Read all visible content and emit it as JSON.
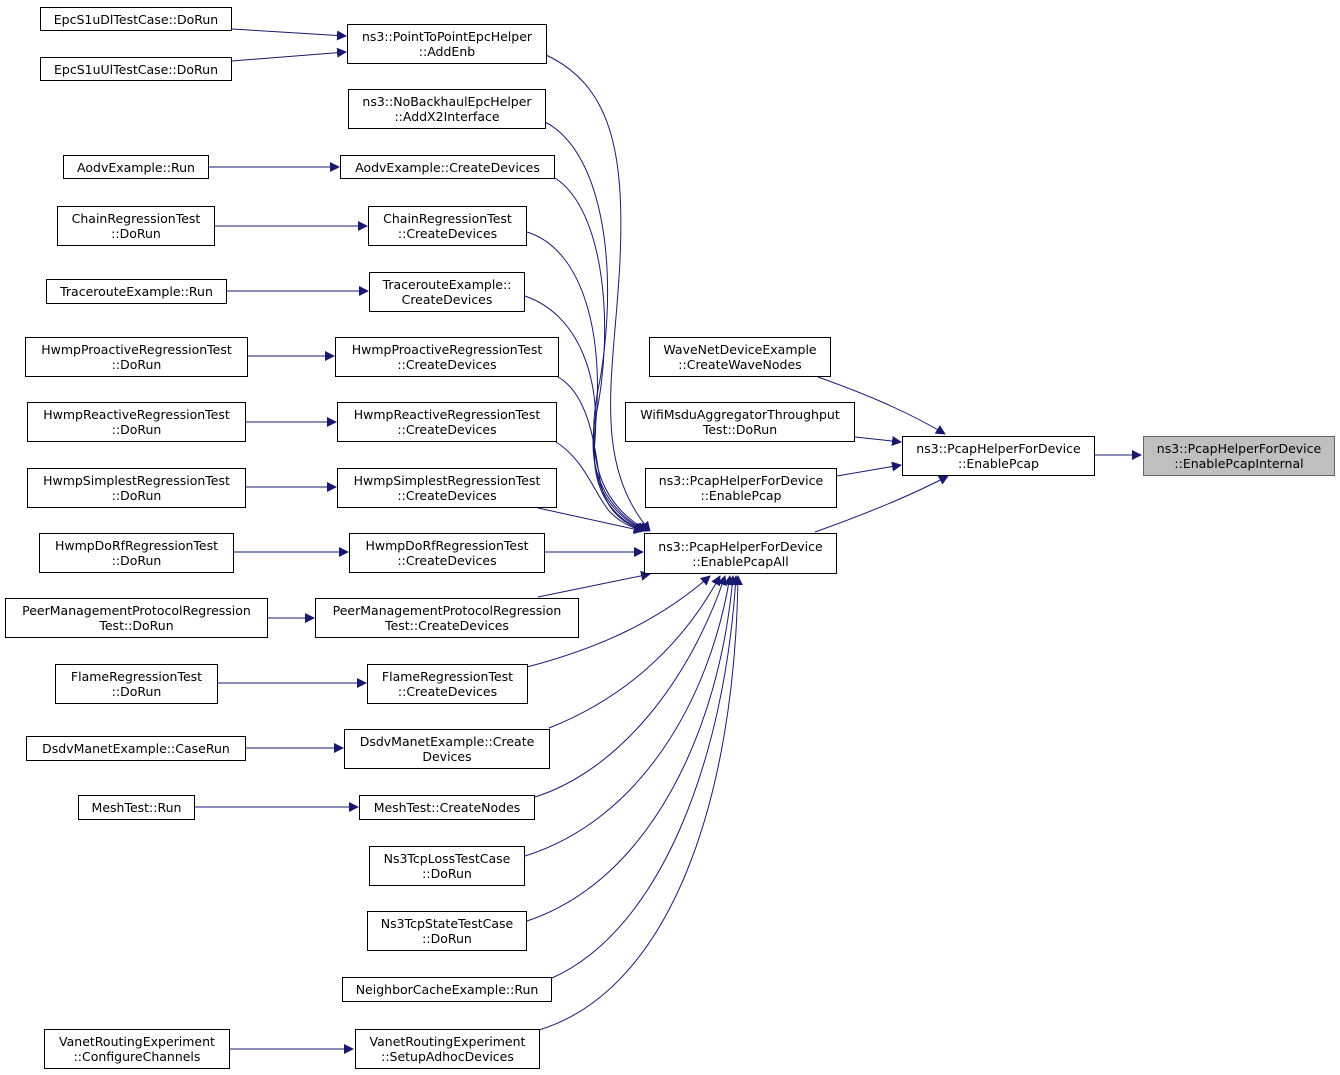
{
  "colors": {
    "edge": "#191970",
    "focus_fill": "#bfbfbf",
    "border": "#000000"
  },
  "nodes": {
    "enablepcapinternal": {
      "line1": "ns3::PcapHelperForDevice",
      "line2": "::EnablePcapInternal"
    },
    "enablepcap_main": {
      "line1": "ns3::PcapHelperForDevice",
      "line2": "::EnablePcap"
    },
    "wavenet": {
      "line1": "WaveNetDeviceExample",
      "line2": "::CreateWaveNodes"
    },
    "wifimsdu": {
      "line1": "WifiMsduAggregatorThroughput",
      "line2": "Test::DoRun"
    },
    "enablepcap2": {
      "line1": "ns3::PcapHelperForDevice",
      "line2": "::EnablePcap"
    },
    "enablepcapall": {
      "line1": "ns3::PcapHelperForDevice",
      "line2": "::EnablePcapAll"
    },
    "addenb": {
      "line1": "ns3::PointToPointEpcHelper",
      "line2": "::AddEnb"
    },
    "epcdl": {
      "line1": "EpcS1uDlTestCase::DoRun",
      "line2": ""
    },
    "epcul": {
      "line1": "EpcS1uUlTestCase::DoRun",
      "line2": ""
    },
    "addx2": {
      "line1": "ns3::NoBackhaulEpcHelper",
      "line2": "::AddX2Interface"
    },
    "aodvcreate": {
      "line1": "AodvExample::CreateDevices",
      "line2": ""
    },
    "aodvrun": {
      "line1": "AodvExample::Run",
      "line2": ""
    },
    "chaincreate": {
      "line1": "ChainRegressionTest",
      "line2": "::CreateDevices"
    },
    "chainrun": {
      "line1": "ChainRegressionTest",
      "line2": "::DoRun"
    },
    "tracecreate": {
      "line1": "TracerouteExample::",
      "line2": "CreateDevices"
    },
    "tracerun": {
      "line1": "TracerouteExample::Run",
      "line2": ""
    },
    "hproactcreate": {
      "line1": "HwmpProactiveRegressionTest",
      "line2": "::CreateDevices"
    },
    "hproactrun": {
      "line1": "HwmpProactiveRegressionTest",
      "line2": "::DoRun"
    },
    "hreactcreate": {
      "line1": "HwmpReactiveRegressionTest",
      "line2": "::CreateDevices"
    },
    "hreactrun": {
      "line1": "HwmpReactiveRegressionTest",
      "line2": "::DoRun"
    },
    "hsimplecreate": {
      "line1": "HwmpSimplestRegressionTest",
      "line2": "::CreateDevices"
    },
    "hsimplerun": {
      "line1": "HwmpSimplestRegressionTest",
      "line2": "::DoRun"
    },
    "hdorfcreate": {
      "line1": "HwmpDoRfRegressionTest",
      "line2": "::CreateDevices"
    },
    "hdorfrun": {
      "line1": "HwmpDoRfRegressionTest",
      "line2": "::DoRun"
    },
    "peercreate": {
      "line1": "PeerManagementProtocolRegression",
      "line2": "Test::CreateDevices"
    },
    "peerrun": {
      "line1": "PeerManagementProtocolRegression",
      "line2": "Test::DoRun"
    },
    "flamecreate": {
      "line1": "FlameRegressionTest",
      "line2": "::CreateDevices"
    },
    "flamerun": {
      "line1": "FlameRegressionTest",
      "line2": "::DoRun"
    },
    "dsdvcreate": {
      "line1": "DsdvManetExample::Create",
      "line2": "Devices"
    },
    "dsdvrun": {
      "line1": "DsdvManetExample::CaseRun",
      "line2": ""
    },
    "meshcreate": {
      "line1": "MeshTest::CreateNodes",
      "line2": ""
    },
    "meshrun": {
      "line1": "MeshTest::Run",
      "line2": ""
    },
    "ns3tcploss": {
      "line1": "Ns3TcpLossTestCase",
      "line2": "::DoRun"
    },
    "ns3tcpstate": {
      "line1": "Ns3TcpStateTestCase",
      "line2": "::DoRun"
    },
    "neighbor": {
      "line1": "NeighborCacheExample::Run",
      "line2": ""
    },
    "vanetsetup": {
      "line1": "VanetRoutingExperiment",
      "line2": "::SetupAdhocDevices"
    },
    "vanetconfig": {
      "line1": "VanetRoutingExperiment",
      "line2": "::ConfigureChannels"
    }
  }
}
